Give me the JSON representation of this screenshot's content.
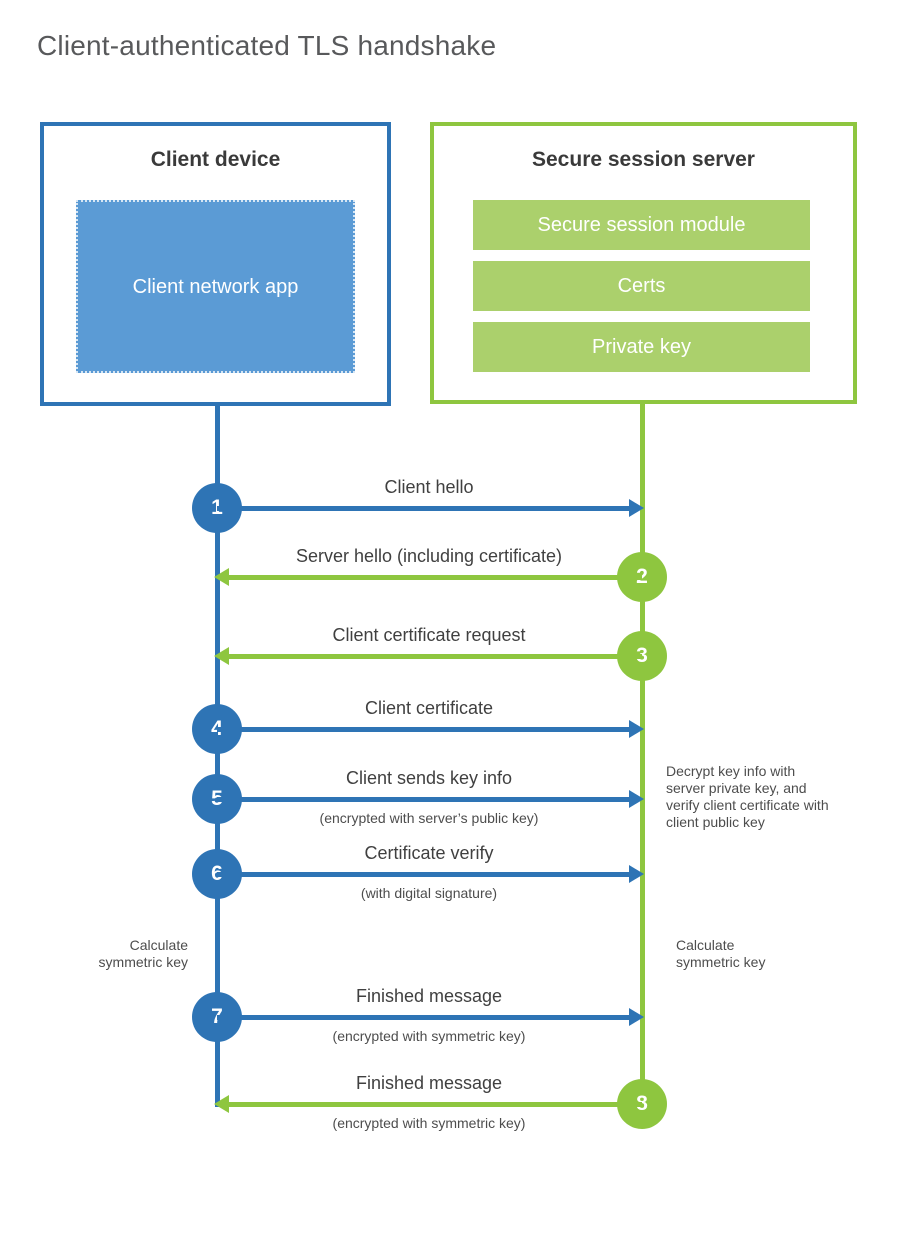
{
  "title": "Client-authenticated TLS handshake",
  "client": {
    "title": "Client device",
    "app_label": "Client network app"
  },
  "server": {
    "title": "Secure session server",
    "modules": [
      "Secure session module",
      "Certs",
      "Private key"
    ]
  },
  "steps": [
    {
      "num": "1",
      "direction": "right",
      "actor": "client",
      "label": "Client hello"
    },
    {
      "num": "2",
      "direction": "left",
      "actor": "server",
      "label": "Server hello (including certificate)"
    },
    {
      "num": "3",
      "direction": "left",
      "actor": "server",
      "label": "Client certificate request"
    },
    {
      "num": "4",
      "direction": "right",
      "actor": "client",
      "label": "Client certificate"
    },
    {
      "num": "5",
      "direction": "right",
      "actor": "client",
      "label": "Client sends key info",
      "sub": "(encrypted with server’s public key)"
    },
    {
      "num": "6",
      "direction": "right",
      "actor": "client",
      "label": "Certificate verify",
      "sub": "(with digital signature)"
    },
    {
      "num": "7",
      "direction": "right",
      "actor": "client",
      "label": "Finished message",
      "sub": "(encrypted with symmetric key)"
    },
    {
      "num": "8",
      "direction": "left",
      "actor": "server",
      "label": "Finished message",
      "sub": "(encrypted with symmetric key)"
    }
  ],
  "annotations": {
    "decrypt": "Decrypt key info with server private key, and verify client certificate with client public key",
    "calc_left": "Calculate symmetric key",
    "calc_right": "Calculate symmetric key"
  },
  "colors": {
    "blue": "#2E74B5",
    "blue_light": "#5B9BD5",
    "green": "#8EC63F",
    "green_light": "#ABD06C"
  }
}
